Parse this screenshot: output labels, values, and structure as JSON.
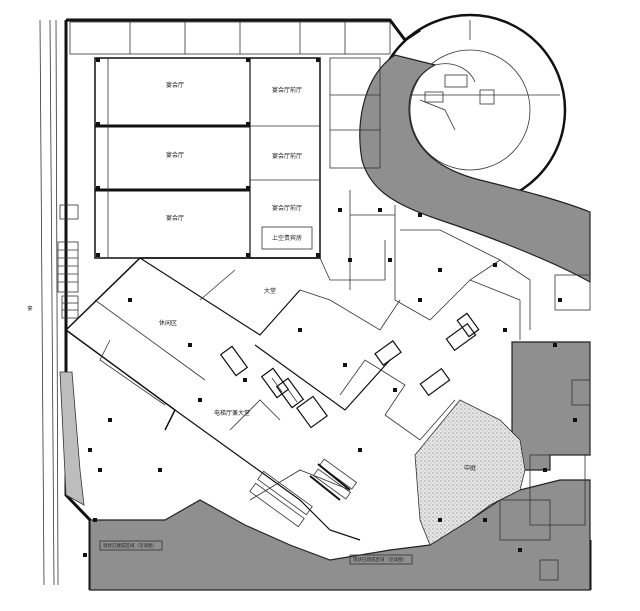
{
  "labels": {
    "banquet_hall_1": "宴会厅",
    "banquet_hall_2": "宴会厅",
    "banquet_hall_3": "宴会厅",
    "banquet_prefunction": "宴会厅前厅",
    "banquet_foyer": "宴会厅前厅",
    "banquet_lobby": "宴会厅前厅",
    "vip_room": "上空贵宾房",
    "grand_hall": "大堂",
    "lounge": "休闲区",
    "elevator_hall": "电梯厅兼大堂",
    "atrium": "中庭",
    "left_annotation": "宴",
    "bottom_note_left": "现状已建成区域（见详图）",
    "bottom_note_center": "现状已建成区域（见详图）"
  }
}
